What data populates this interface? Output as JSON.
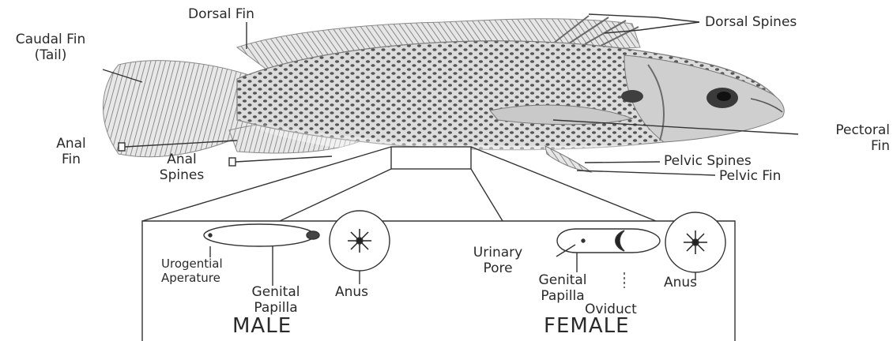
{
  "labels": {
    "dorsal_fin": "Dorsal Fin",
    "dorsal_spines": "Dorsal Spines",
    "caudal_fin": "Caudal Fin",
    "caudal_fin_sub": "(Tail)",
    "anal_fin_1": "Anal",
    "anal_fin_2": "Fin",
    "anal_spines_1": "Anal",
    "anal_spines_2": "Spines",
    "pectoral_fin_1": "Pectoral",
    "pectoral_fin_2": "Fin",
    "pelvic_spines": "Pelvic Spines",
    "pelvic_fin": "Pelvic Fin"
  },
  "male": {
    "heading": "MALE",
    "urogential_1": "Urogential",
    "urogential_2": "Aperature",
    "genital_1": "Genital",
    "genital_2": "Papilla",
    "anus": "Anus"
  },
  "female": {
    "heading": "FEMALE",
    "urinary_1": "Urinary",
    "urinary_2": "Pore",
    "genital_1": "Genital",
    "genital_2": "Papilla",
    "oviduct": "Oviduct",
    "anus": "Anus"
  }
}
